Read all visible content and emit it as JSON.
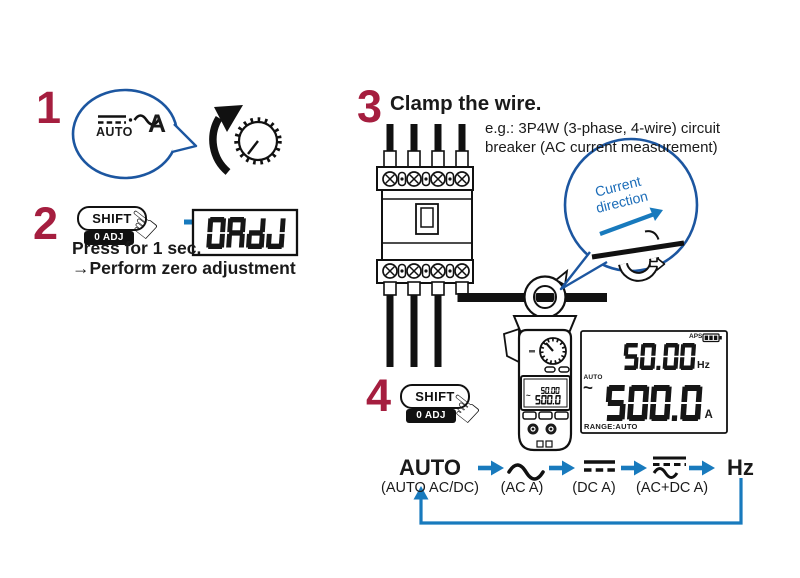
{
  "colors": {
    "step_number_red": "#a51e3f",
    "blue_accent": "#187abd",
    "callout_blue": "#1c56a0",
    "ink": "#1a1a1a"
  },
  "step1": {
    "number": "1",
    "auto_label": "AUTO",
    "amp_label": "A"
  },
  "step2": {
    "number": "2",
    "shift_label": "SHIFT",
    "zero_adj_label": "0 ADJ",
    "display_value": "0AdJ",
    "note_line1": "Press for 1 sec.",
    "note_line2": "→Perform zero adjustment"
  },
  "step3": {
    "number": "3",
    "title": "Clamp the wire.",
    "example_line1": "e.g.: 3P4W (3-phase, 4-wire) circuit",
    "example_line2": "breaker (AC current measurement)",
    "callout_line1": "Current",
    "callout_line2": "direction"
  },
  "step4": {
    "number": "4",
    "shift_label": "SHIFT",
    "zero_adj_label": "0 ADJ"
  },
  "meter_display": {
    "frequency": "50.00",
    "current": "500.0",
    "ac_symbol": "~"
  },
  "main_display": {
    "aps_label": "APS",
    "frequency": "50.00",
    "frequency_unit": "Hz",
    "auto_label": "AUTO",
    "ac_symbol": "~",
    "current": "500.0",
    "current_unit": "A",
    "range_label": "RANGE:AUTO"
  },
  "mode_sequence": {
    "auto_label": "AUTO",
    "auto_sub": "(AUTO AC/DC)",
    "ac_sub": "(AC A)",
    "dc_sub": "(DC A)",
    "acdc_sub": "(AC+DC A)",
    "hz_label": "Hz"
  }
}
